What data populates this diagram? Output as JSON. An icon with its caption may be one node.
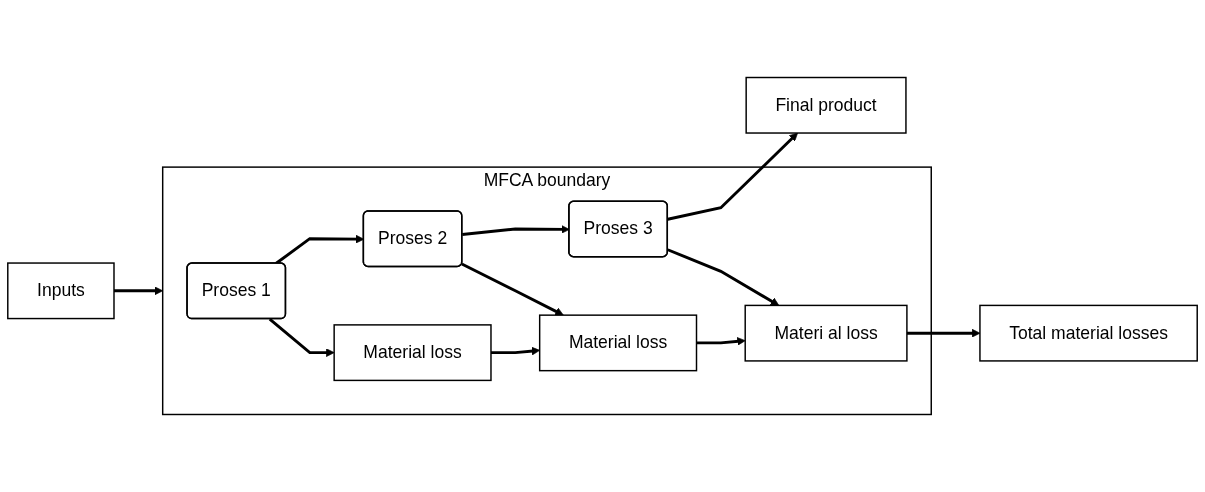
{
  "diagram": {
    "nodes": [
      {
        "text": [
          "Inputs"
        ]
      },
      {
        "text": [
          "MFCA boundary"
        ]
      },
      {
        "text": [
          "Proses 1"
        ],
        "in": 1
      },
      {
        "text": [
          "Proses 2"
        ],
        "in": 1
      },
      {
        "text": [
          "Proses 3"
        ],
        "in": 1
      },
      {
        "text": [
          "Final product"
        ]
      },
      {
        "text": [
          "Material loss"
        ],
        "in": 1
      },
      {
        "text": [
          "Material loss"
        ],
        "in": 1
      },
      {
        "text": [
          "Materi al loss"
        ],
        "in": 1
      },
      {
        "text": [
          "Total material losses"
        ]
      }
    ],
    "edges": [
      {
        "from": 0,
        "to": 1,
        "arrow": "to"
      },
      {
        "from": 2,
        "to": 3,
        "arrow": "to"
      },
      {
        "from": 3,
        "to": 4,
        "arrow": "to"
      },
      {
        "from": 4,
        "to": 5,
        "arrow": "to"
      },
      {
        "from": 2,
        "to": 6,
        "arrow": "to"
      },
      {
        "from": 3,
        "to": 7,
        "arrow": "to"
      },
      {
        "from": 4,
        "to": 8,
        "arrow": "to"
      },
      {
        "from": 6,
        "to": 7,
        "arrow": "to"
      },
      {
        "from": 7,
        "to": 8,
        "arrow": "to"
      },
      {
        "from": 8,
        "to": 9,
        "arrow": "to"
      }
    ]
  }
}
